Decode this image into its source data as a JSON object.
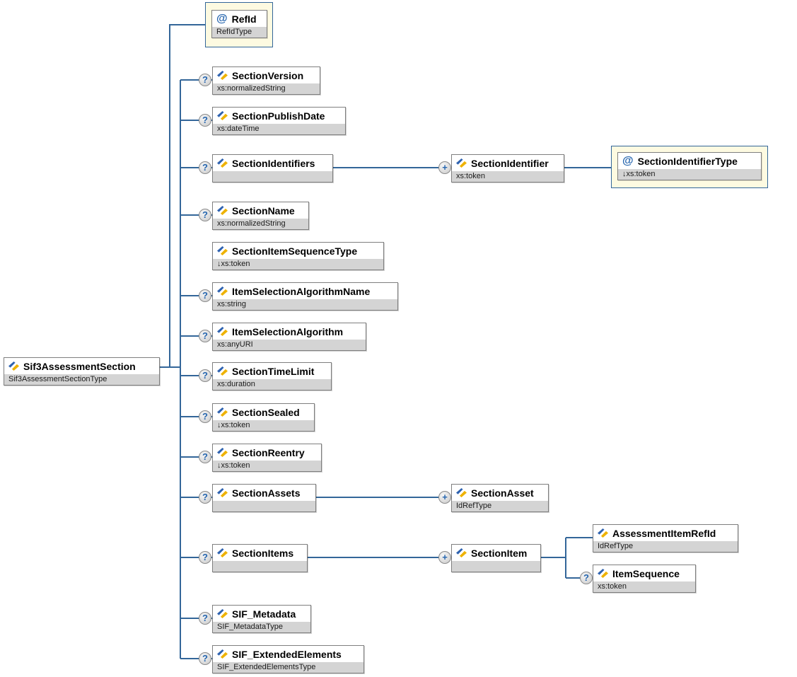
{
  "diagram": {
    "root": {
      "label": "Sif3AssessmentSection",
      "type": "Sif3AssessmentSectionType"
    },
    "attributes": {
      "refId": {
        "label": "RefId",
        "type": "RefIdType"
      },
      "sectionIdentifierType": {
        "label": "SectionIdentifierType",
        "type": "↓xs:token"
      }
    },
    "elements": {
      "sectionVersion": {
        "label": "SectionVersion",
        "type": "xs:normalizedString"
      },
      "sectionPublishDate": {
        "label": "SectionPublishDate",
        "type": "xs:dateTime"
      },
      "sectionIdentifiers": {
        "label": "SectionIdentifiers",
        "type": ""
      },
      "sectionIdentifier": {
        "label": "SectionIdentifier",
        "type": "xs:token"
      },
      "sectionName": {
        "label": "SectionName",
        "type": "xs:normalizedString"
      },
      "sectionItemSequenceType": {
        "label": "SectionItemSequenceType",
        "type": "↓xs:token"
      },
      "itemSelectionAlgorithmName": {
        "label": "ItemSelectionAlgorithmName",
        "type": "xs:string"
      },
      "itemSelectionAlgorithm": {
        "label": "ItemSelectionAlgorithm",
        "type": "xs:anyURI"
      },
      "sectionTimeLimit": {
        "label": "SectionTimeLimit",
        "type": "xs:duration"
      },
      "sectionSealed": {
        "label": "SectionSealed",
        "type": "↓xs:token"
      },
      "sectionReentry": {
        "label": "SectionReentry",
        "type": "↓xs:token"
      },
      "sectionAssets": {
        "label": "SectionAssets",
        "type": ""
      },
      "sectionAsset": {
        "label": "SectionAsset",
        "type": "IdRefType"
      },
      "sectionItems": {
        "label": "SectionItems",
        "type": ""
      },
      "sectionItem": {
        "label": "SectionItem",
        "type": ""
      },
      "assessmentItemRefId": {
        "label": "AssessmentItemRefId",
        "type": "IdRefType"
      },
      "itemSequence": {
        "label": "ItemSequence",
        "type": "xs:token"
      },
      "sifMetadata": {
        "label": "SIF_Metadata",
        "type": "SIF_MetadataType"
      },
      "sifExtendedElements": {
        "label": "SIF_ExtendedElements",
        "type": "SIF_ExtendedElementsType"
      }
    },
    "indicators": {
      "optional": "?",
      "repeatable": "+",
      "attribute": "@"
    },
    "colors": {
      "connector": "#336699",
      "attributeBoxBg": "#fdfae1",
      "attributeBoxBorder": "#336699",
      "typeBarBg": "#d4d4d4",
      "boxBorder": "#7f7f7f",
      "iconBlue": "#2e62b0",
      "iconYellow": "#eeb200",
      "indicatorGlyph": "#2565ae"
    }
  }
}
